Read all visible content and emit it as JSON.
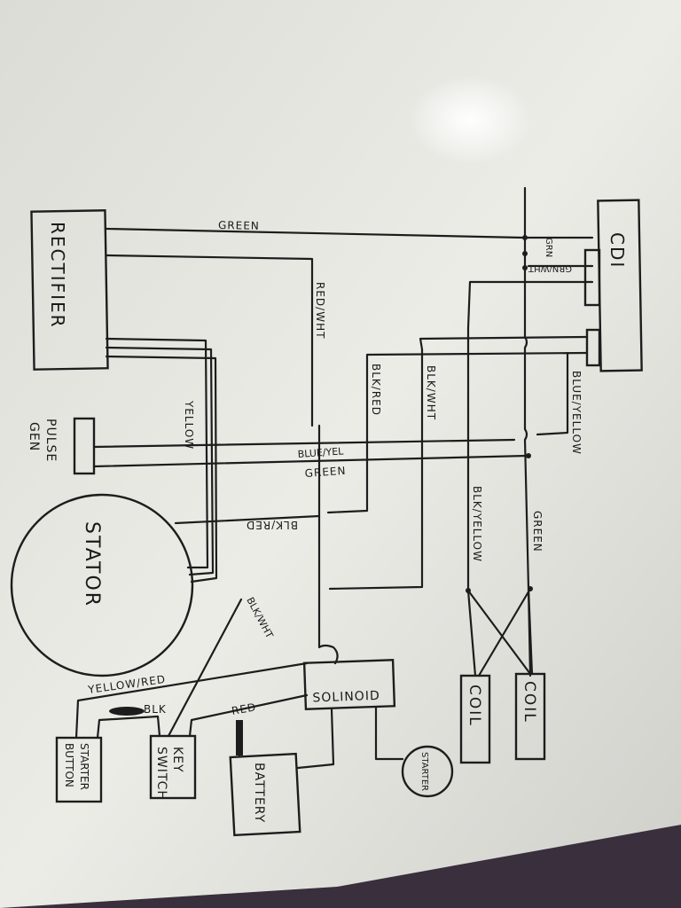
{
  "components": {
    "rectifier": "RECTIFIER",
    "cdi": "CDI",
    "pulse_gen": [
      "PULSE",
      "GEN"
    ],
    "stator": "STATOR",
    "solenoid": "SOLINOID",
    "starter": "STARTER",
    "battery": "BATTERY",
    "key_switch": [
      "KEY",
      "SWITCH"
    ],
    "starter_button": [
      "STARTER",
      "BUTTON"
    ],
    "coil_left": "COIL",
    "coil_right": "COIL"
  },
  "wires": {
    "green_top": "GREEN",
    "grn": "GRN",
    "grn_wht": "GRN/WHT",
    "red_wht": "RED/WHT",
    "blk_red_upper": "BLK/RED",
    "blk_wht_upper": "BLK/WHT",
    "blue_yellow_right": "BLUE/YELLOW",
    "yellow": "YELLOW",
    "blue_yel": "BLUE/YEL",
    "green_mid": "GREEN",
    "blk_red_lower": "BLK/RED",
    "blk_yellow": "BLK/YELLOW",
    "green_right": "GREEN",
    "blk_wht_lower": "BLK/WHT",
    "yellow_red": "YELLOW/RED",
    "blk": "BLK",
    "red": "RED"
  },
  "colors": {
    "ink": "#1d1d1d",
    "paper": "#e9e9e4",
    "background": "#2b2a2f"
  }
}
